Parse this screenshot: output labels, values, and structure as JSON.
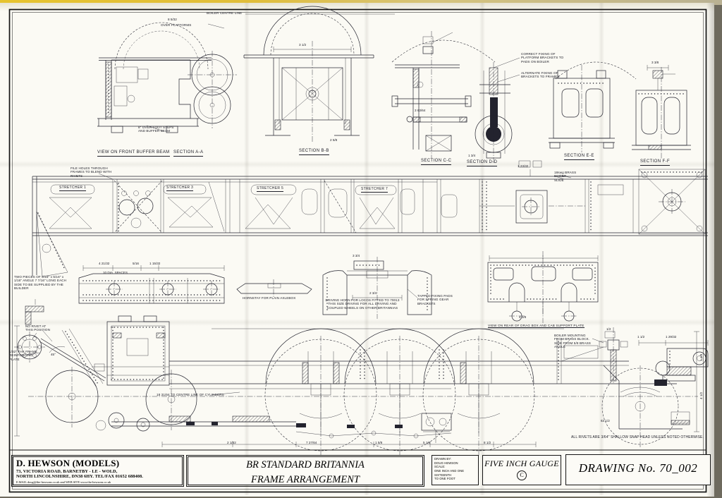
{
  "title_block": {
    "maker_name": "D. HEWSON (MODELS)",
    "maker_address_1": "73, VICTORIA ROAD, BARNETBY - LE - WOLD,",
    "maker_address_2": "NORTH LINCOLNSHIRE, DN38 6HY.  TEL/FAX 01652 688408.",
    "maker_contact": "E.MAIL  doug@the-hewsons.co.uk   and WEB SITE  www.the-hewsons.co.uk",
    "drawing_title_1": "BR STANDARD BRITANNIA",
    "drawing_title_2": "FRAME ARRANGEMENT",
    "drawn_by_label": "DRAWN BY:",
    "drawn_by": "DOUG HEWSON",
    "scale_label": "SCALE:",
    "scale_1": "ONE INCH AND ONE SIXTEENTH",
    "scale_2": "TO ONE FOOT",
    "gauge": "FIVE INCH GAUGE",
    "copyright": "C",
    "drawing_no": "DRAWING No. 70_002"
  },
  "section_labels": {
    "front_buffer": "VIEW ON FRONT BUFFER BEAM",
    "aa": "SECTION A-A",
    "bb": "SECTION B-B",
    "cc": "SECTION C-C",
    "dd": "SECTION D-D",
    "ee": "SECTION E-E",
    "ff": "SECTION F-F",
    "dragbox": "VIEW ON REAR OF DRAG BOX AND CAB SUPPORT PLATE"
  },
  "stretchers": {
    "s1": "STRETCHER 1",
    "s3": "STRETCHER 3",
    "s5": "STRETCHER 5",
    "s7": "STRETCHER 7"
  },
  "annotations": {
    "boiler_centre_line": "BOILER CENTRE LINE",
    "over_platforms": "OVER PLATFORMS",
    "foot_steps": "8\" OVER FOOT STEPS AND BUFFER BEAM",
    "correct_fixing": "CORRECT FIXING OF PLATFORM BRACKETS TO PADS ON BOILER",
    "alternate_fixing": "ALTERNATE FIXING OF BRACKETS TO FRAMES",
    "file_holes": "FILE HOLES THROUGH FRAMES TO BLEND WITH RIVETS",
    "angle_note": "TWO PIECES OF 5/16\" x 5/16\" x 1/16\" ANGLE 7 7/16\" LONG EACH SIDE TO BE SUPPLIED BY THE BUILDER",
    "hornstay": "HORNSTAY FOR PLAIN AXLEBOX",
    "driving_horn": "DRIVING HORN FOR LOCOS FITTED TO 70013 THIS SIZE DRIVING FOR ALL DRIVING AND COUPLED WHEELS ON OTHER BRITANNIAS",
    "tapped_pads": "TAPPED FIXING PADS FOR SPRING GEAR BRACKETS",
    "boiler_mounting": "BOILER MOUNTING FROM BRASS BLOCK. SIDE FROM 5/8 BRASS ANGLE",
    "boiler_slide": "18swg BRASS BOILER SLIDE",
    "no_rivet": "NO RIVET AT THIS POSITION",
    "reinforcing_plate": "1/32\" THK FRAME REINFORCING PLATE",
    "cylinders_centre": "18 31/64  TO CENTRE LINE OF CYLINDERS",
    "rivets_note": "ALL RIVETS ARE 3/64\" SHALLOW SNAP HEAD UNLESS NOTED OTHERWISE."
  },
  "dims": [
    "8 5/32",
    "3 1/2",
    "2 5/8",
    "1 3/4",
    "3 63/64",
    "1 23/32",
    "3 3/8",
    "4 21/32",
    "5/16",
    "1 15/32",
    "10 DIA. SPACES",
    "2 3/4",
    "3 3/4",
    "1 1/2",
    "4 1/8",
    "1/2",
    "1 29/32",
    "2 1/32",
    "7 27/64",
    "1 5/8",
    "5 1/4",
    "8 1/2",
    "4 1/2",
    "1 1/8",
    "63 1/2",
    "45°"
  ]
}
